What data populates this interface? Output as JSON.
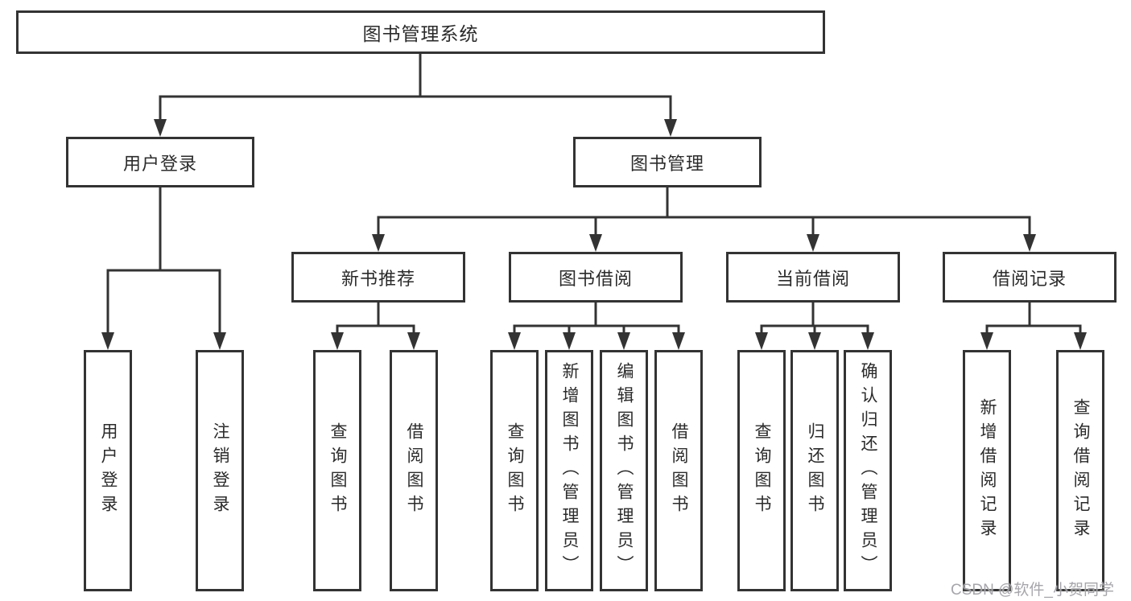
{
  "root": {
    "label": "图书管理系统"
  },
  "branches": {
    "user_login": {
      "label": "用户登录",
      "leaves": [
        {
          "label": "用户登录"
        },
        {
          "label": "注销登录"
        }
      ]
    },
    "book_mgmt": {
      "label": "图书管理",
      "sections": [
        {
          "label": "新书推荐",
          "leaves": [
            {
              "label": "查询图书"
            },
            {
              "label": "借阅图书"
            }
          ]
        },
        {
          "label": "图书借阅",
          "leaves": [
            {
              "label": "查询图书"
            },
            {
              "label": "新增图书（管理员）"
            },
            {
              "label": "编辑图书（管理员）"
            },
            {
              "label": "借阅图书"
            }
          ]
        },
        {
          "label": "当前借阅",
          "leaves": [
            {
              "label": "查询图书"
            },
            {
              "label": "归还图书"
            },
            {
              "label": "确认归还（管理员）"
            }
          ]
        },
        {
          "label": "借阅记录",
          "leaves": [
            {
              "label": "新增借阅记录"
            },
            {
              "label": "查询借阅记录"
            }
          ]
        }
      ]
    }
  },
  "watermark": {
    "text": "CSDN @软件_小贺同学"
  },
  "colors": {
    "line": "#333333",
    "text": "#2b2b2b",
    "box_background": "#ffffff",
    "watermark": "#9e9ea4"
  }
}
